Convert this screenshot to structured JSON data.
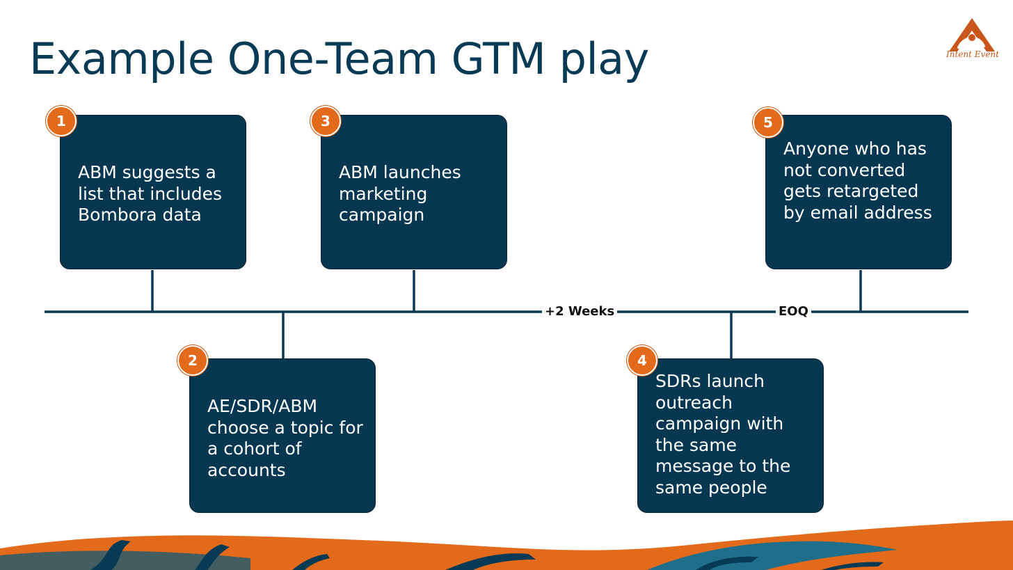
{
  "slide": {
    "title": "Example One-Team GTM play",
    "logo_text": "Intent Event"
  },
  "timeline": {
    "labels": [
      "+2 Weeks",
      "EOQ"
    ]
  },
  "steps": [
    {
      "number": "1",
      "text": "ABM suggests a list that includes Bombora data"
    },
    {
      "number": "2",
      "text": "AE/SDR/ABM choose a topic for a cohort of accounts"
    },
    {
      "number": "3",
      "text": "ABM launches marketing campaign"
    },
    {
      "number": "4",
      "text": "SDRs launch outreach campaign with the same message to the same people"
    },
    {
      "number": "5",
      "text": "Anyone who has not converted gets retargeted by email address"
    }
  ],
  "colors": {
    "navy": "#063750",
    "orange": "#e36a1a",
    "teal": "#1f6f8b"
  }
}
